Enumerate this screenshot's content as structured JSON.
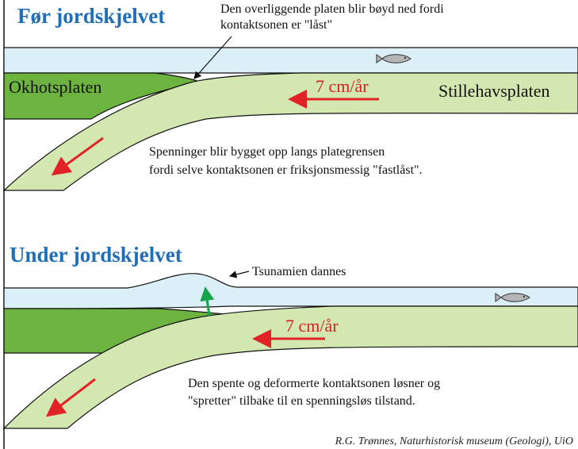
{
  "before": {
    "title": "Før jordskjelvet",
    "callout_line1": "Den overliggende platen blir bøyd ned fordi",
    "callout_line2": "kontaktsonen er \"låst\"",
    "okhotsk_plate": "Okhotsplaten",
    "pacific_plate": "Stillehavsplaten",
    "rate": "7 cm/år",
    "note_line1": "Spenninger blir bygget opp langs plategrensen",
    "note_line2": "fordi selve kontaktsonen er friksjonsmessig \"fastlåst\"."
  },
  "during": {
    "title": "Under jordskjelvet",
    "tsunami_label": "Tsunamien dannes",
    "rate": "7 cm/år",
    "note_line1": "Den spente og deformerte kontaktsonen løsner og",
    "note_line2": "\"spretter\" tilbake til en spenningsløs tilstand."
  },
  "credit": "R.G. Trønnes, Naturhistorisk museum (Geologi), UiO",
  "colors": {
    "title_blue": "#1f6fb8",
    "sea": "#dbeff9",
    "okhotsk_green": "#6db33f",
    "pacific_green": "#d2e8b0",
    "arrow_red": "#e32227",
    "uplift_green": "#17a34a",
    "fish_gray": "#b5b5b5"
  },
  "icons": [
    "fish-icon",
    "red-arrow-icon",
    "green-up-arrow-icon"
  ]
}
